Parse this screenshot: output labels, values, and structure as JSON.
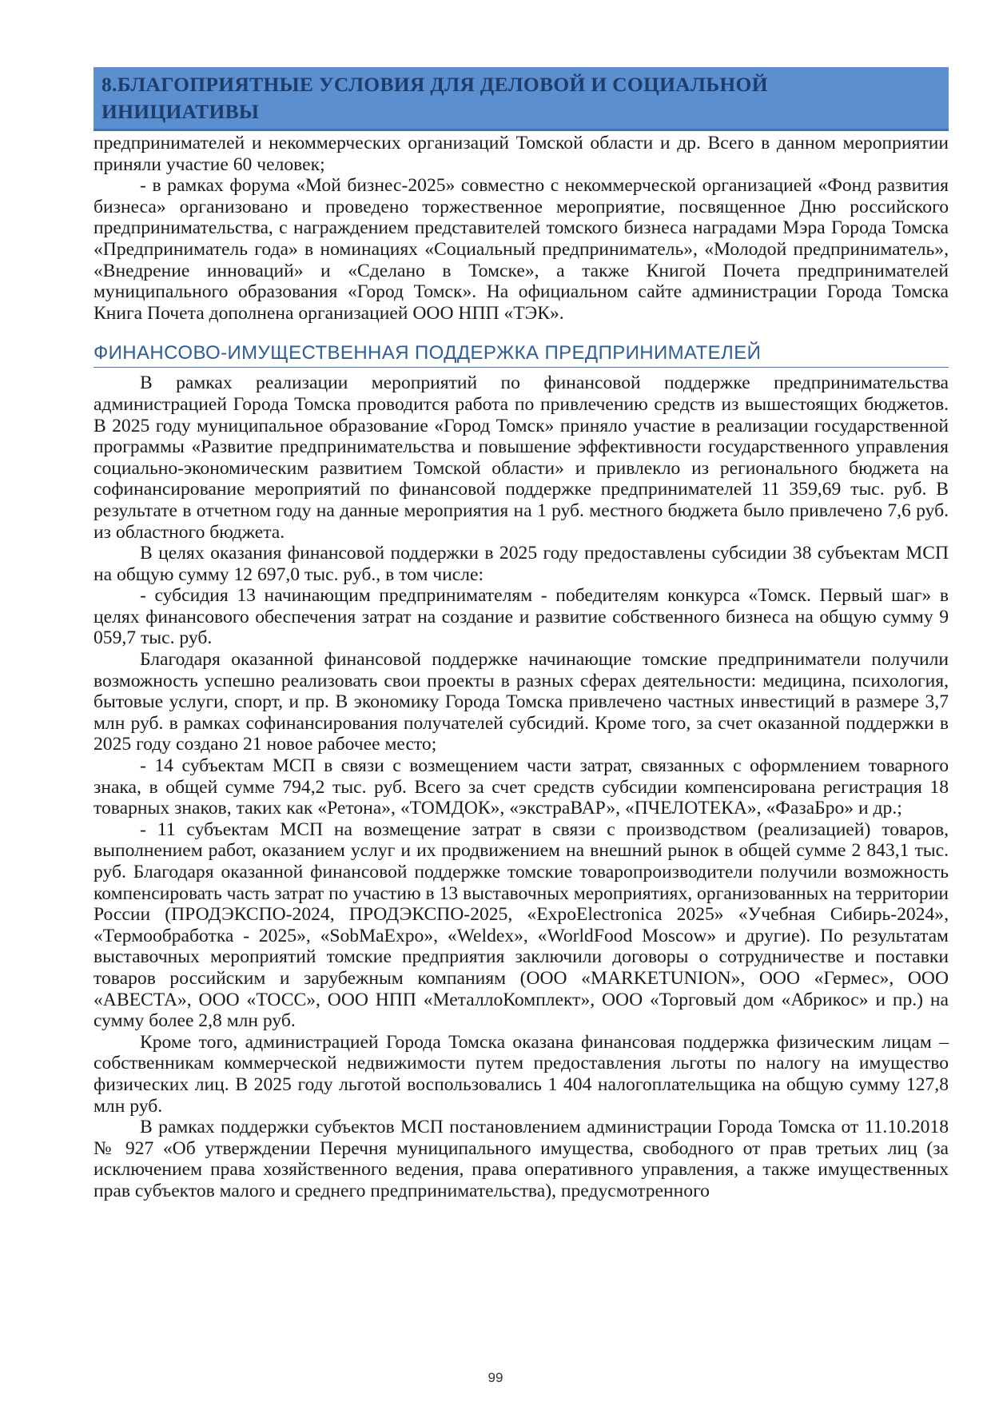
{
  "chapter": {
    "title_line1": "8.БЛАГОПРИЯТНЫЕ УСЛОВИЯ ДЛЯ ДЕЛОВОЙ И СОЦИАЛЬНОЙ",
    "title_line2": "ИНИЦИАТИВЫ"
  },
  "intro": {
    "p1": "предпринимателей и некоммерческих организаций Томской области и др. Всего в данном мероприятии приняли участие 60 человек;",
    "p2": "- в рамках форума «Мой бизнес-2025» совместно с некоммерческой организацией «Фонд развития бизнеса» организовано и проведено торжественное мероприятие, посвященное Дню российского предпринимательства, с награждением представителей томского бизнеса наградами Мэра Города Томска «Предприниматель года» в номинациях «Социальный предприниматель», «Молодой предприниматель», «Внедрение инноваций» и «Сделано в Томске», а также Книгой Почета предпринимателей муниципального образования «Город Томск». На официальном сайте администрации Города Томска Книга Почета дополнена организацией ООО НПП «ТЭК»."
  },
  "section": {
    "title": "ФИНАНСОВО-ИМУЩЕСТВЕННАЯ ПОДДЕРЖКА ПРЕДПРИНИМАТЕЛЕЙ",
    "p1": "В рамках реализации мероприятий по финансовой поддержке предпринимательства администрацией Города Томска проводится работа по привлечению средств из вышестоящих бюджетов. В 2025 году муниципальное образование «Город Томск» приняло участие в реализации государственной программы «Развитие предпринимательства и повышение эффективности государственного управления социально-экономическим развитием Томской области» и привлекло из регионального бюджета на софинансирование мероприятий по финансовой поддержке предпринимателей 11 359,69 тыс. руб. В результате в отчетном году на данные мероприятия на 1 руб. местного бюджета было привлечено 7,6 руб. из областного бюджета.",
    "p2": "В целях оказания финансовой поддержки в 2025 году предоставлены субсидии 38 субъектам МСП на общую сумму 12 697,0 тыс. руб., в том числе:",
    "p3": "- субсидия 13 начинающим предпринимателям - победителям конкурса «Томск. Первый шаг» в целях финансового обеспечения затрат на создание и развитие собственного бизнеса на общую сумму 9 059,7 тыс. руб.",
    "p4": "Благодаря оказанной финансовой поддержке начинающие томские предприниматели получили возможность успешно реализовать свои проекты в разных сферах деятельности: медицина, психология, бытовые услуги, спорт, и пр. В экономику Города Томска привлечено частных инвестиций в размере 3,7 млн руб. в рамках софинансирования получателей субсидий. Кроме того, за счет оказанной поддержки в 2025 году создано 21 новое рабочее место;",
    "p5": "- 14 субъектам МСП в связи с возмещением части затрат, связанных с оформлением товарного знака, в общей сумме 794,2 тыс. руб. Всего за счет средств субсидии компенсирована регистрация 18 товарных знаков, таких как «Ретона», «ТОМДОК», «экстраВАР», «ПЧЕЛОТЕКА», «ФазаБро» и др.;",
    "p6": "- 11 субъектам МСП на возмещение затрат в связи с производством (реализацией) товаров, выполнением работ, оказанием услуг и их продвижением на внешний рынок в общей сумме 2 843,1 тыс. руб. Благодаря оказанной финансовой поддержке томские товаропроизводители получили возможность компенсировать часть затрат по участию в 13 выставочных мероприятиях, организованных на территории России (ПРОДЭКСПО-2024, ПРОДЭКСПО-2025, «ExpoElectronica 2025» «Учебная Сибирь-2024», «Термообработка - 2025», «SobMaExpo», «Weldex», «WorldFood Moscow» и другие). По результатам выставочных мероприятий томские предприятия заключили договоры о сотрудничестве и поставки товаров российским и зарубежным компаниям (ООО «MARKETUNION», ООО «Гермес», ООО «АВЕСТА», ООО «ТОСС», ООО НПП «МеталлоКомплект», ООО «Торговый дом «Абрикос» и пр.) на сумму более 2,8 млн руб.",
    "p7": "Кроме того, администрацией Города Томска оказана финансовая поддержка физическим лицам – собственникам коммерческой недвижимости путем предоставления льготы по налогу на имущество физических лиц. В 2025 году льготой воспользовались 1 404 налогоплательщика на общую сумму 127,8 млн руб.",
    "p8": "В рамках поддержки субъектов МСП постановлением администрации Города Томска от 11.10.2018 № 927 «Об утверждении Перечня муниципального имущества, свободного от прав третьих лиц (за исключением права хозяйственного ведения, права оперативного управления, а также имущественных прав субъектов малого и среднего предпринимательства), предусмотренного"
  },
  "footer": {
    "page_number": "99"
  },
  "colors": {
    "banner": "#5b8fd0",
    "banner_text": "#1f3d6b",
    "section_title": "#2e5d94",
    "rule": "#3f72b3"
  }
}
